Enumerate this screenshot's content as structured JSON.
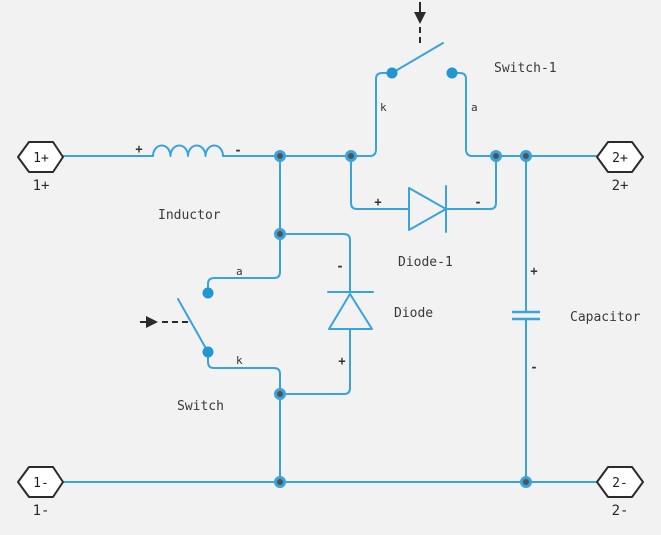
{
  "colors": {
    "background": "#f2f2f2",
    "wire": "#3aa3db",
    "terminal_dot": "#2196d0",
    "junction_core": "#4d5359",
    "port_border": "#2b2b2b",
    "port_fill": "#ffffff",
    "label_text": "#3a3a3a",
    "control_signal": "#2b2b2b"
  },
  "ports": [
    {
      "name": "1+",
      "label": "1+"
    },
    {
      "name": "2+",
      "label": "2+"
    },
    {
      "name": "1-",
      "label": "1-"
    },
    {
      "name": "2-",
      "label": "2-"
    }
  ],
  "components": {
    "inductor": {
      "label": "Inductor",
      "pin_plus": "+",
      "pin_minus": "-"
    },
    "switch_1": {
      "label": "Switch-1",
      "pin_k": "k",
      "pin_a": "a"
    },
    "switch": {
      "label": "Switch",
      "pin_k": "k",
      "pin_a": "a"
    },
    "diode_1": {
      "label": "Diode-1",
      "pin_plus": "+",
      "pin_minus": "-"
    },
    "diode": {
      "label": "Diode",
      "pin_plus": "+",
      "pin_minus": "-"
    },
    "capacitor": {
      "label": "Capacitor",
      "pin_plus": "+",
      "pin_minus": "-"
    }
  }
}
